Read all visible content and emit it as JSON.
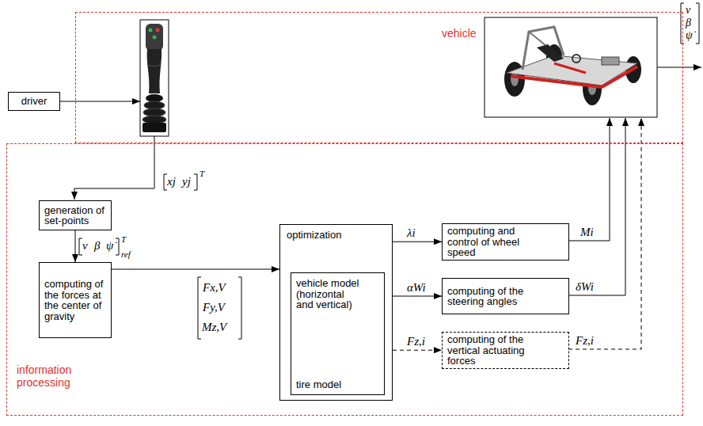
{
  "diagram": {
    "nodes": [
      {
        "text": [
          "vehicle"
        ]
      },
      {
        "text": [
          "information processing"
        ]
      },
      {
        "text": [
          "driver"
        ]
      },
      {
        "text": [
          "generation of set-points"
        ],
        "in": 1
      },
      {
        "text": [
          "computing of the forces at the center of gravity"
        ],
        "in": 1
      },
      {
        "text": [
          "optimization"
        ],
        "in": 1
      },
      {
        "text": [
          "vehicle model (horizontal and vertical)",
          "tire model"
        ],
        "in": 5
      },
      {
        "text": [
          "computing and control of wheel speed"
        ],
        "in": 1
      },
      {
        "text": [
          "computing of the steering angles"
        ],
        "in": 1
      },
      {
        "text": [
          "computing of the vertical actuating forces"
        ],
        "in": 1
      }
    ],
    "edges": [
      {
        "from": 3,
        "to": 4,
        "arrow": "to"
      },
      {
        "from": 4,
        "to": 5,
        "arrow": "to"
      },
      {
        "from": 5,
        "to": 7,
        "label": "λi",
        "arrow": "to"
      },
      {
        "from": 5,
        "to": 8,
        "label": "αWi",
        "arrow": "to"
      },
      {
        "from": 5,
        "to": 9,
        "label": "Fz,i",
        "arrow": "to"
      }
    ],
    "labels": [
      "xj",
      "yj",
      "T",
      "ν",
      "β",
      "ψ̇",
      "T",
      "ref",
      "Fx,V",
      "Fy,V",
      "Mz,V",
      "Mi",
      "δWi",
      "Fz,i",
      "ν",
      "β",
      "ψ̇"
    ]
  }
}
